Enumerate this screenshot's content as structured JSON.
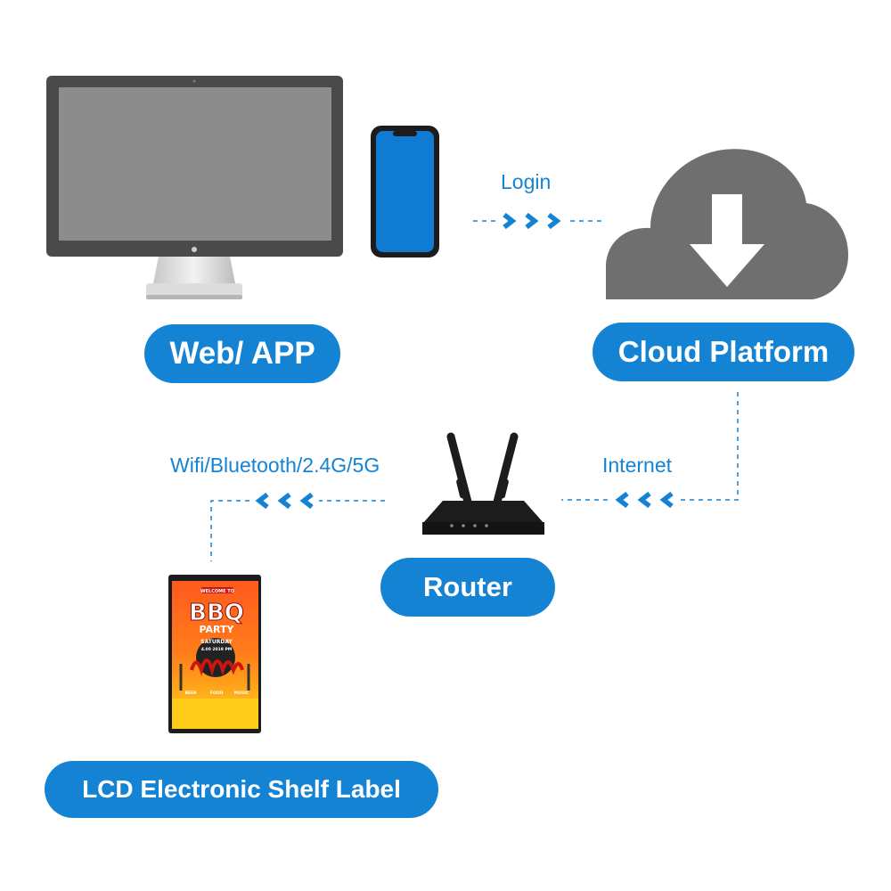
{
  "colors": {
    "accent": "#1583d3",
    "cloud": "#6f6f6f",
    "monitor_frame": "#4a4a4a",
    "monitor_screen": "#8c8c8c",
    "phone_screen": "#0f7bd3",
    "device_black": "#1c1c1c"
  },
  "nodes": {
    "web_app": {
      "label": "Web/ APP",
      "icons": [
        "monitor-icon",
        "phone-icon"
      ]
    },
    "cloud": {
      "label": "Cloud Platform",
      "icon": "cloud-download-icon"
    },
    "router": {
      "label": "Router",
      "icon": "router-icon"
    },
    "esl": {
      "label": "LCD Electronic Shelf Label",
      "icon": "lcd-shelf-label-icon",
      "screen": {
        "welcome": "WELCOME TO",
        "title": "BBQ",
        "subtitle": "PARTY",
        "day": "SATURDAY",
        "time": "4.00 2019 PM",
        "footer": [
          "BEER",
          "FOOD",
          "MUSIC"
        ]
      }
    }
  },
  "edges": {
    "login": {
      "label": "Login",
      "direction": "right"
    },
    "internet": {
      "label": "Internet",
      "direction": "left"
    },
    "wireless": {
      "label": "Wifi/Bluetooth/2.4G/5G",
      "direction": "left"
    }
  }
}
